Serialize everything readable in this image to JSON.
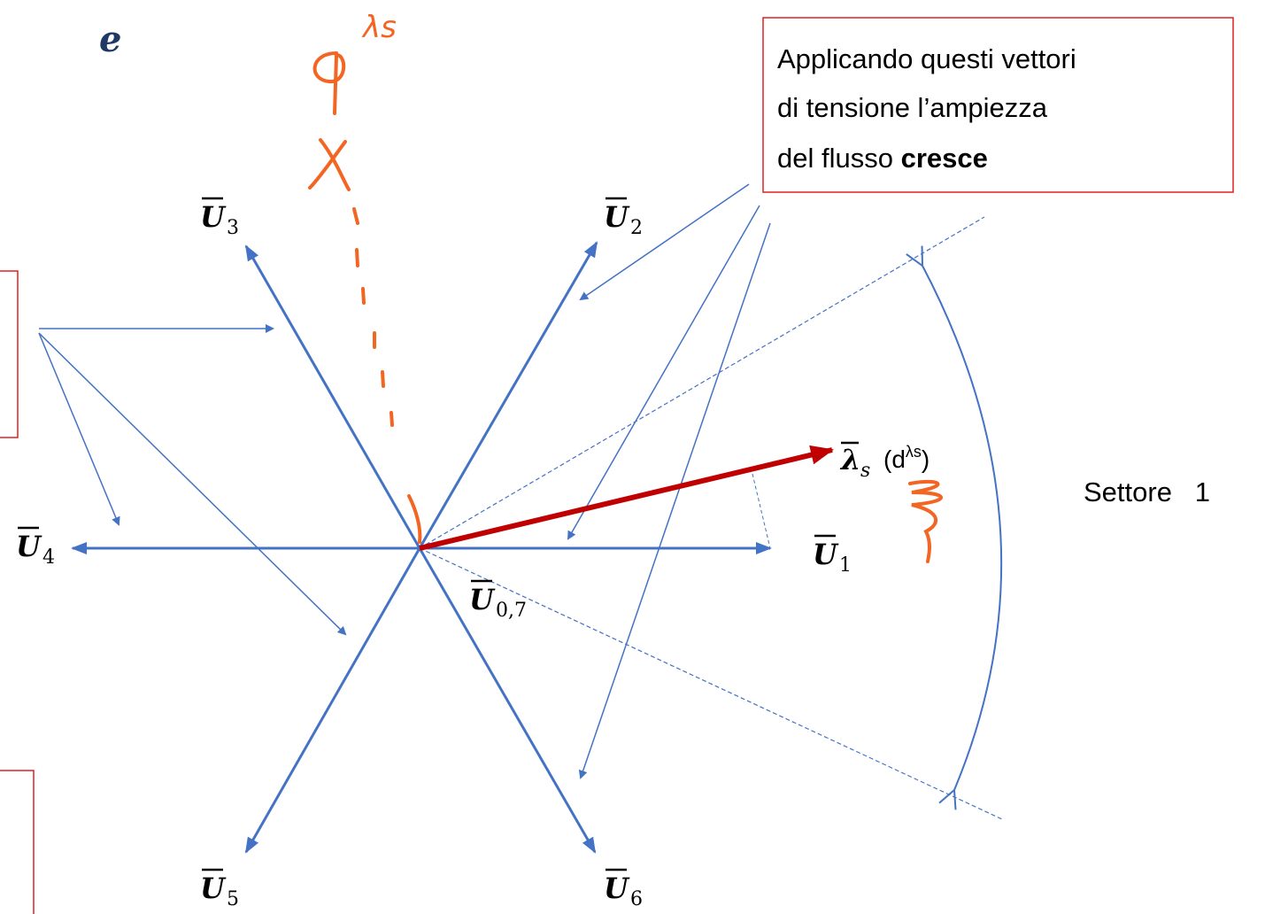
{
  "header_partial": "e",
  "callout": {
    "line1": "Applicando questi vettori",
    "line2": "di tensione  l’ampiezza",
    "line3_prefix": "del  flusso ",
    "line3_bold": "cresce"
  },
  "vectors": {
    "u1": {
      "main": "U",
      "sub": "1"
    },
    "u2": {
      "main": "U",
      "sub": "2"
    },
    "u3": {
      "main": "U",
      "sub": "3"
    },
    "u4": {
      "main": "U",
      "sub": "4"
    },
    "u5": {
      "main": "U",
      "sub": "5"
    },
    "u6": {
      "main": "U",
      "sub": "6"
    },
    "u07": {
      "main": "U",
      "sub": "0,7"
    }
  },
  "flux": {
    "symbol": "λ",
    "sub": "s",
    "note_prefix": "(d",
    "note_sup": "λs",
    "note_suffix": ")"
  },
  "sector_label": "Settore   1",
  "handwritten": {
    "top": "λs"
  },
  "colors": {
    "vector_blue": "#4472c4",
    "flux_red": "#c00000",
    "callout_border": "#e02020",
    "ink_orange": "#f26522"
  }
}
